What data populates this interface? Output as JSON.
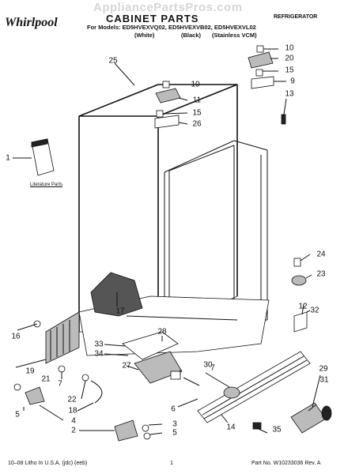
{
  "watermark": "AppliancePartsPros.com",
  "brand": "Whirlpool",
  "title": "CABINET PARTS",
  "category": "REFRIGERATOR",
  "models": {
    "prefix": "For Models:",
    "list": "ED5HVEXVQ02, ED5HVEXVB02, ED5HVEXVL02",
    "finishes": [
      "(White)",
      "(Black)",
      "(Stainless VCM)"
    ]
  },
  "literature_label": "Literature Parts",
  "callouts": [
    {
      "id": "1",
      "text": "1"
    },
    {
      "id": "2",
      "text": "2"
    },
    {
      "id": "3",
      "text": "3"
    },
    {
      "id": "4",
      "text": "4"
    },
    {
      "id": "5a",
      "text": "5"
    },
    {
      "id": "5b",
      "text": "5"
    },
    {
      "id": "6",
      "text": "6"
    },
    {
      "id": "7a",
      "text": "7"
    },
    {
      "id": "7b",
      "text": "7"
    },
    {
      "id": "9",
      "text": "9"
    },
    {
      "id": "10a",
      "text": "10"
    },
    {
      "id": "10b",
      "text": "10"
    },
    {
      "id": "11",
      "text": "11"
    },
    {
      "id": "12",
      "text": "12"
    },
    {
      "id": "13",
      "text": "13"
    },
    {
      "id": "14",
      "text": "14"
    },
    {
      "id": "15a",
      "text": "15"
    },
    {
      "id": "15b",
      "text": "15"
    },
    {
      "id": "16",
      "text": "16"
    },
    {
      "id": "17",
      "text": "17"
    },
    {
      "id": "18",
      "text": "18"
    },
    {
      "id": "19",
      "text": "19"
    },
    {
      "id": "20",
      "text": "20"
    },
    {
      "id": "21",
      "text": "21"
    },
    {
      "id": "22",
      "text": "22"
    },
    {
      "id": "23",
      "text": "23"
    },
    {
      "id": "24",
      "text": "24"
    },
    {
      "id": "25",
      "text": "25"
    },
    {
      "id": "26",
      "text": "26"
    },
    {
      "id": "27",
      "text": "27"
    },
    {
      "id": "28",
      "text": "28"
    },
    {
      "id": "29",
      "text": "29"
    },
    {
      "id": "30",
      "text": "30"
    },
    {
      "id": "31",
      "text": "31"
    },
    {
      "id": "32",
      "text": "32"
    },
    {
      "id": "33",
      "text": "33"
    },
    {
      "id": "34",
      "text": "34"
    },
    {
      "id": "35",
      "text": "35"
    }
  ],
  "footer": {
    "left": "10–08 Litho In U.S.A. (jdc) (eeb)",
    "page": "1",
    "right": "Part No. W10233036 Rev. A"
  }
}
